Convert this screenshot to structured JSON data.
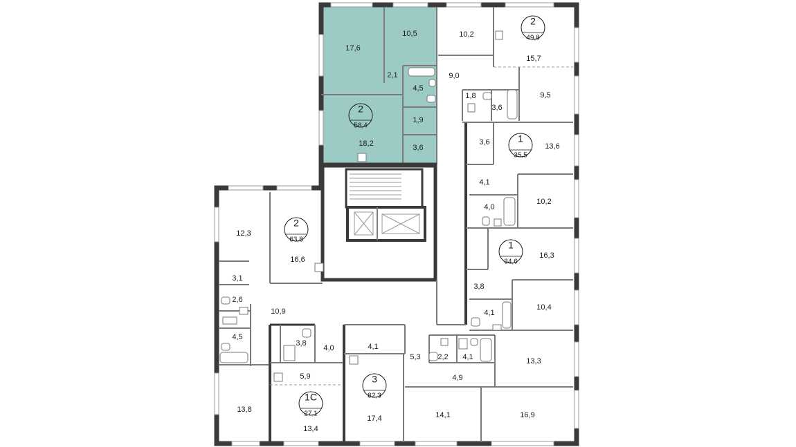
{
  "colors": {
    "highlight": "#9ccbc6",
    "wall": "#3a3a3a",
    "inner_wall": "#7a7a7a",
    "text": "#1a1a1a"
  },
  "apartments": [
    {
      "id": "apt-highlight",
      "rooms_label": "2",
      "area": "58,4"
    },
    {
      "id": "apt-top-right",
      "rooms_label": "2",
      "area": "49,8"
    },
    {
      "id": "apt-right-1",
      "rooms_label": "1",
      "area": "35,5"
    },
    {
      "id": "apt-right-2",
      "rooms_label": "1",
      "area": "34,6"
    },
    {
      "id": "apt-left",
      "rooms_label": "2",
      "area": "63,8"
    },
    {
      "id": "apt-bottom-center",
      "rooms_label": "3",
      "area": "82,3"
    },
    {
      "id": "apt-studio",
      "rooms_label": "1С",
      "area": "27,1"
    }
  ],
  "rooms": {
    "r17_6": "17,6",
    "r10_5": "10,5",
    "r2_1": "2,1",
    "r4_5a": "4,5",
    "r1_9": "1,9",
    "r18_2": "18,2",
    "r3_6a": "3,6",
    "r10_2a": "10,2",
    "r15_7": "15,7",
    "r9_0": "9,0",
    "r1_8": "1,8",
    "r3_6b": "3,6",
    "r9_5": "9,5",
    "r3_6c": "3,6",
    "r13_6": "13,6",
    "r4_1a": "4,1",
    "r4_0a": "4,0",
    "r10_2b": "10,2",
    "r16_3": "16,3",
    "r3_8a": "3,8",
    "r4_1b": "4,1",
    "r10_4": "10,4",
    "r12_3": "12,3",
    "r16_6": "16,6",
    "r3_1": "3,1",
    "r2_6": "2,6",
    "r10_9": "10,9",
    "r4_5b": "4,5",
    "r13_8": "13,8",
    "r3_8b": "3,8",
    "r4_0b": "4,0",
    "r5_9": "5,9",
    "r13_4": "13,4",
    "r4_1c": "4,1",
    "r5_3": "5,3",
    "r2_2": "2,2",
    "r4_1d": "4,1",
    "r13_3": "13,3",
    "r4_9": "4,9",
    "r17_4": "17,4",
    "r14_1": "14,1",
    "r16_9": "16,9"
  }
}
